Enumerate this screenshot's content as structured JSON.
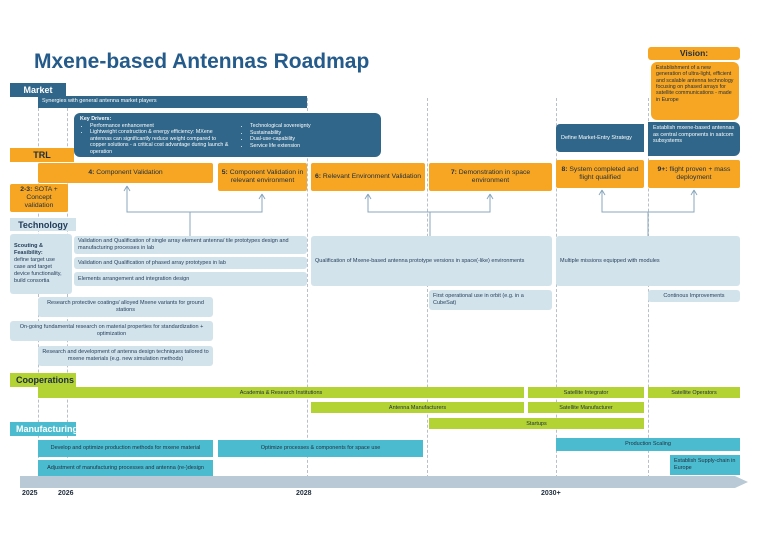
{
  "title": "Mxene-based Antennas Roadmap",
  "colors": {
    "navy": "#2f6689",
    "orange": "#f6a623",
    "light_blue": "#d3e3ec",
    "green": "#b3d334",
    "teal": "#4bbccf",
    "title_blue": "#245b8a"
  },
  "market": {
    "label": "Market",
    "synergies": "Synergies with general antenna market players",
    "drivers_title": "Key Drivers:",
    "drivers_left": [
      "Performance enhancement",
      "Lightweight construction & energy efficiency: MXene antennas can significantly reduce weight compared to copper solutions - a critical cost advantage during launch & operation"
    ],
    "drivers_right": [
      "Technological sovereignty",
      "Sustainability",
      "Dual-use-capability",
      "Service life extension"
    ],
    "define_strategy": "Define Market-Entry Strategy",
    "establish": "Establish mxene-based antennas as central components in satcom subsystems"
  },
  "vision": {
    "label": "Vision:",
    "text": "Establishment of a new generation of ultra-light, efficient and scalable antenna technology focusing on phased arrays for satellite communications - made in Europe"
  },
  "trl": {
    "label": "TRL",
    "items": [
      {
        "num": "2-3:",
        "text": "SOTA + Concept validation"
      },
      {
        "num": "4:",
        "text": "Component Validation"
      },
      {
        "num": "5:",
        "text": "Component Validation in relevant environment"
      },
      {
        "num": "6:",
        "text": "Relevant Environment Validation"
      },
      {
        "num": "7:",
        "text": "Demonstration in space environment"
      },
      {
        "num": "8:",
        "text": "System completed and flight qualified"
      },
      {
        "num": "9+:",
        "text": "flight proven + mass deployment"
      }
    ]
  },
  "technology": {
    "label": "Technology",
    "scouting_title": "Scouting & Feasibility:",
    "scouting_text": "define target use case and target device functionality, build consortia",
    "lab_items": [
      "Validation and Qualification of single array element antenna/ tile prototypes design and manufacturing processes in lab",
      "Validation and Qualification of phased array prototypes in lab",
      "Elements arrangement and integration design"
    ],
    "space_qual": "Qualification of Mxene-based antenna prototype versions in space(-like) environments",
    "missions": "Multiple missions equipped with modules",
    "orbit": "First operational use in orbit (e.g. in a CubeSat)",
    "continuous": "Continous Improvements",
    "coatings": "Research protective coatings/ alloyed Mxene variants for ground stations",
    "fundamental": "On-going fundamental research on material properties for standardization + optimization",
    "design_research": "Research and development of antenna design techniques tailored to mxene materials (e.g. new simulation methods)"
  },
  "cooperations": {
    "label": "Cooperations",
    "academia": "Academia & Research Institutions",
    "sat_integrator": "Satellite Integrator",
    "sat_operators": "Satellite Operators",
    "antenna_mfr": "Antenna Manufacturers",
    "sat_mfr": "Satellite Manufacturer",
    "startups": "Startups"
  },
  "manufacturing": {
    "label": "Manufacturing",
    "develop": "Develop and optimize production methods for mxene material",
    "adjust": "Adjustment of manufacturing processes and antenna (re-)design",
    "optimize": "Optimize processes & components for space use",
    "scaling": "Production Scaling",
    "supply": "Establish Supply-chain in Europe"
  },
  "timeline": {
    "years": [
      "2025",
      "2026",
      "2028",
      "2030+"
    ]
  }
}
